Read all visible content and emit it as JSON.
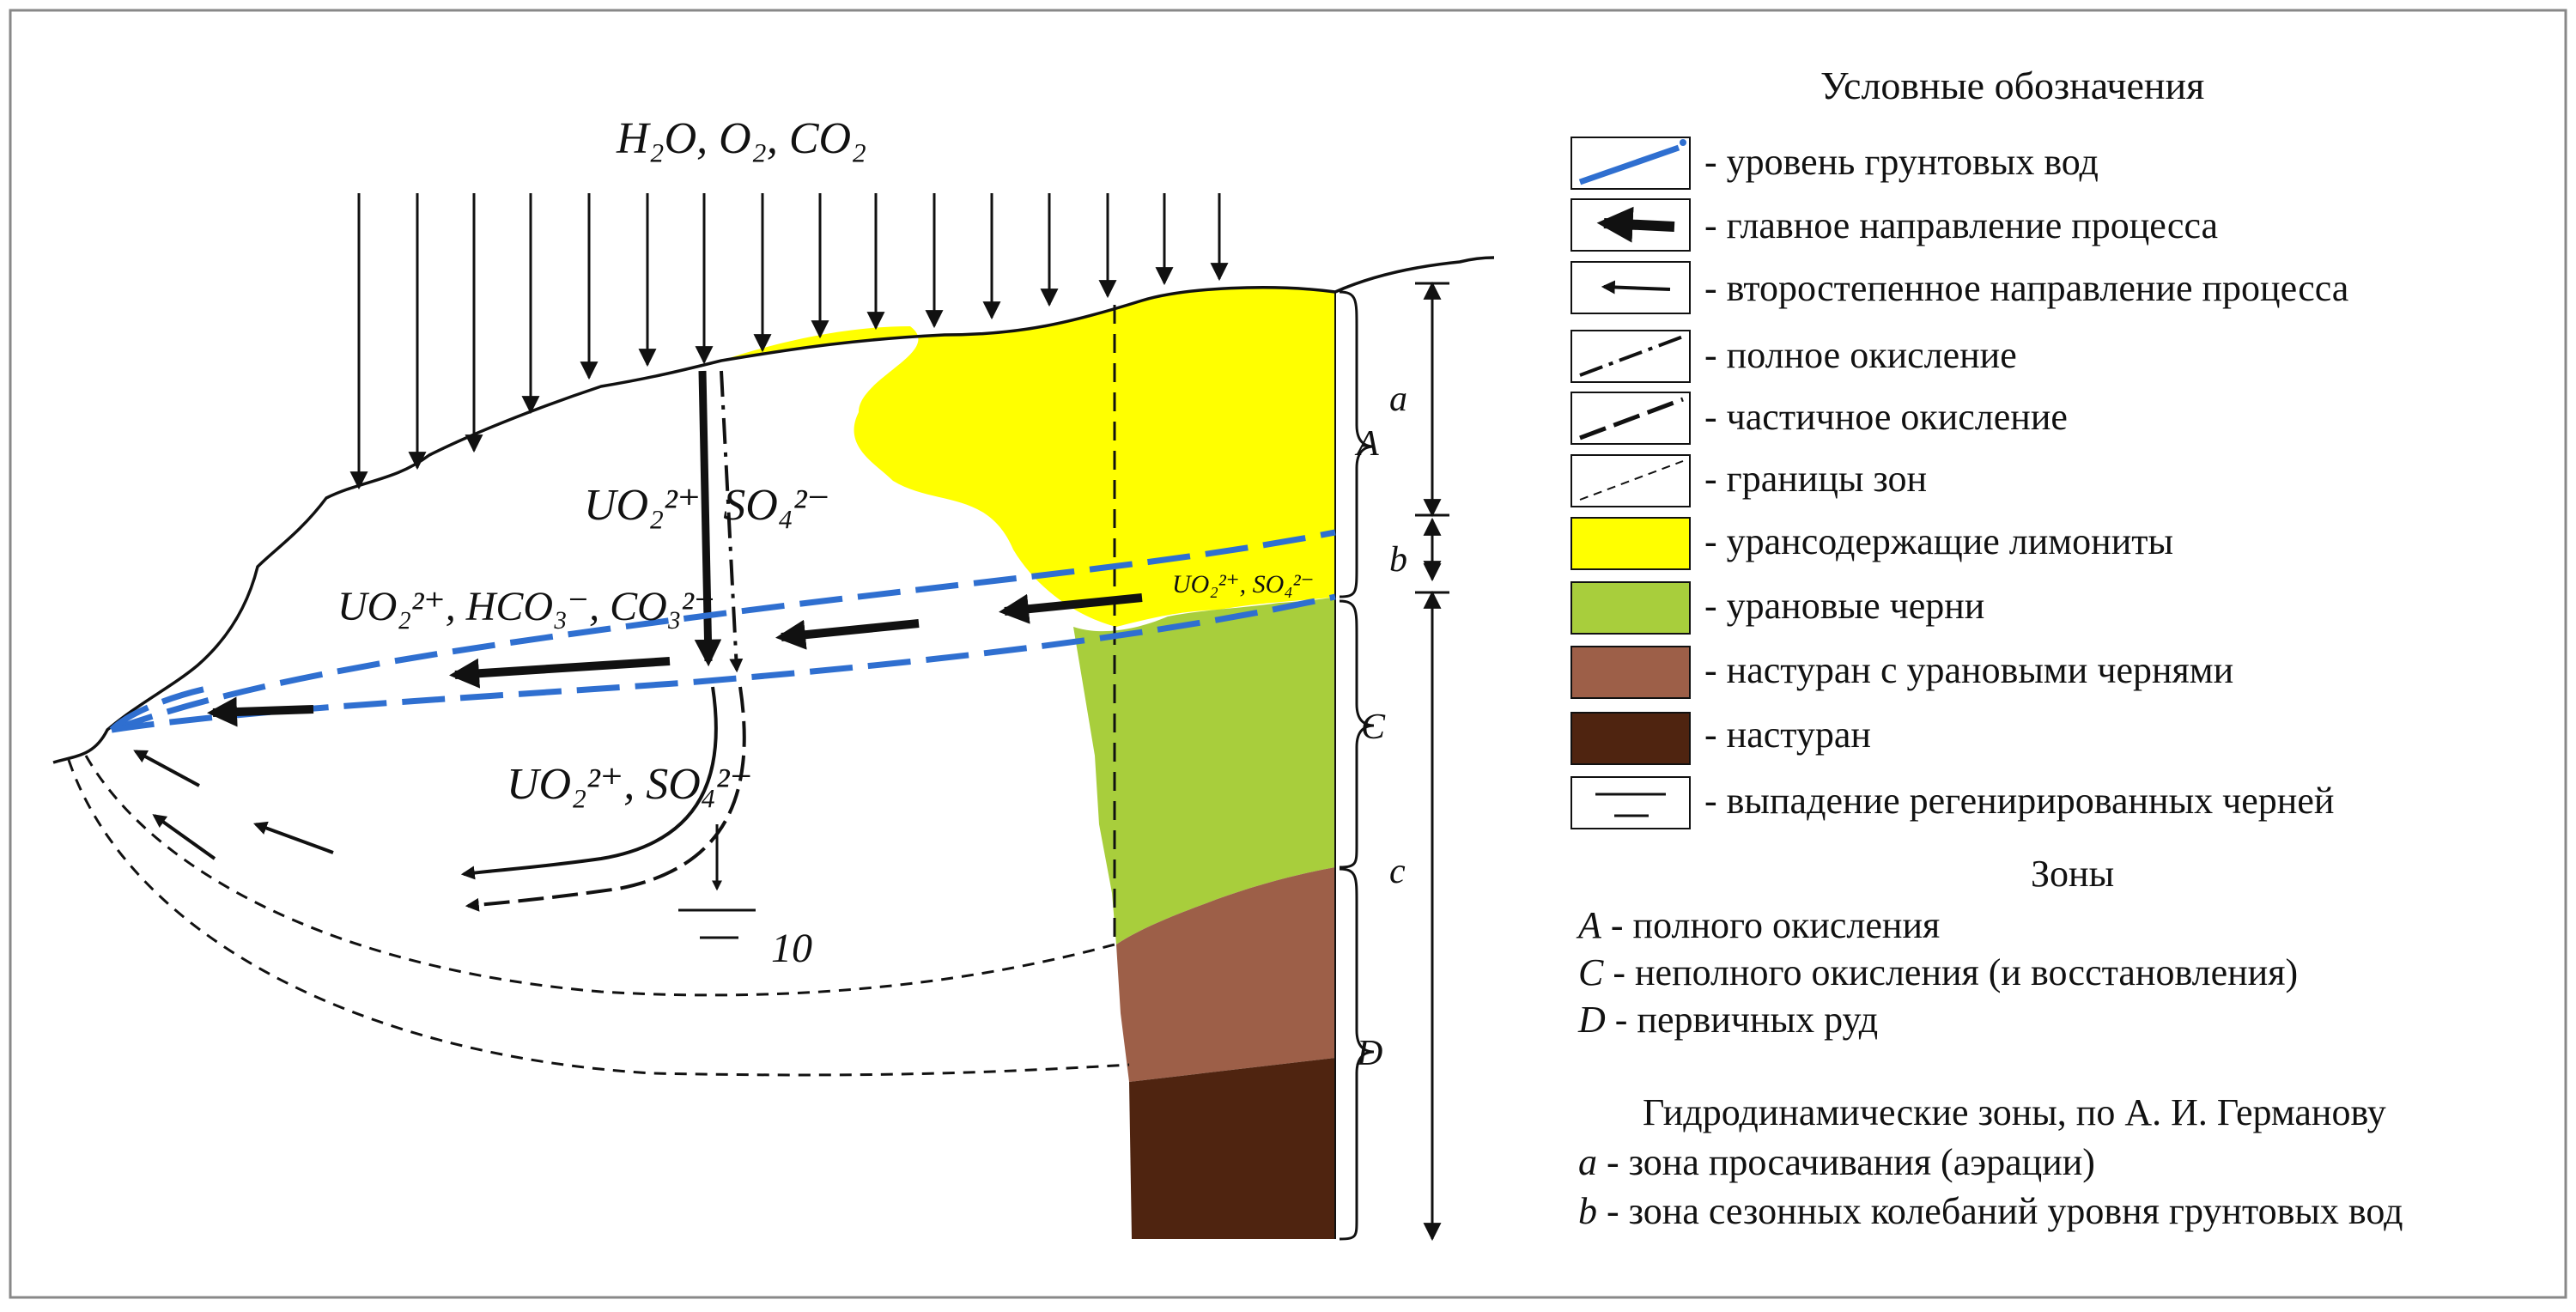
{
  "colors": {
    "groundwater": "#2f6fd0",
    "limonite": "#ffff00",
    "uranium_blacks": "#a8ce3c",
    "pitchblende_blacks": "#9d5f48",
    "pitchblende": "#4f2410",
    "ink": "#111111"
  },
  "diagram": {
    "surface_label": "H₂O, O₂, CO₂",
    "ion_upper": "UO₂²⁺, SO₄²⁻",
    "ion_left": "UO₂²⁺, HCO₃⁻, CO₃²⁻",
    "ion_small": "UO₂²⁺, SO₄²⁻",
    "ion_lower": "UO₂²⁺, SO₄²⁻",
    "sample_number": "10",
    "zone_letters": {
      "A": "A",
      "C": "C",
      "D": "D"
    },
    "hydro_letters": {
      "a": "a",
      "b": "b",
      "c": "c"
    }
  },
  "legend": {
    "title": "Условные обозначения",
    "items": [
      {
        "icon": "groundwater-line-icon",
        "label": "- уровень грунтовых вод"
      },
      {
        "icon": "main-arrow-icon",
        "label": "- главное направление процесса"
      },
      {
        "icon": "secondary-arrow-icon",
        "label": "- второстепенное направление процесса"
      },
      {
        "icon": "dash-dot-line-icon",
        "label": "- полное окисление"
      },
      {
        "icon": "long-dash-line-icon",
        "label": "- частичное окисление"
      },
      {
        "icon": "short-dash-line-icon",
        "label": "- границы зон"
      },
      {
        "icon": "yellow-swatch-icon",
        "label": "- урансодержащие лимониты"
      },
      {
        "icon": "green-swatch-icon",
        "label": "- урановые черни"
      },
      {
        "icon": "brown-swatch-icon",
        "label": "- настуран с урановыми чернями"
      },
      {
        "icon": "dark-brown-swatch-icon",
        "label": "- настуран"
      },
      {
        "icon": "regenerated-blacks-icon",
        "label": "- выпадение регенирированных черней"
      }
    ]
  },
  "zones": {
    "title": "Зоны",
    "items": [
      {
        "letter": "A",
        "text": " - полного окисления"
      },
      {
        "letter": "C",
        "text": " - неполного окисления (и восстановления)"
      },
      {
        "letter": "D",
        "text": " - первичных руд"
      }
    ]
  },
  "hydro": {
    "title": "Гидродинамические зоны, по А. И. Германову",
    "items": [
      {
        "letter": "a",
        "text": " - зона просачивания (аэрации)"
      },
      {
        "letter": "b",
        "text": " - зона сезонных колебаний уровня грунтовых вод"
      }
    ]
  }
}
